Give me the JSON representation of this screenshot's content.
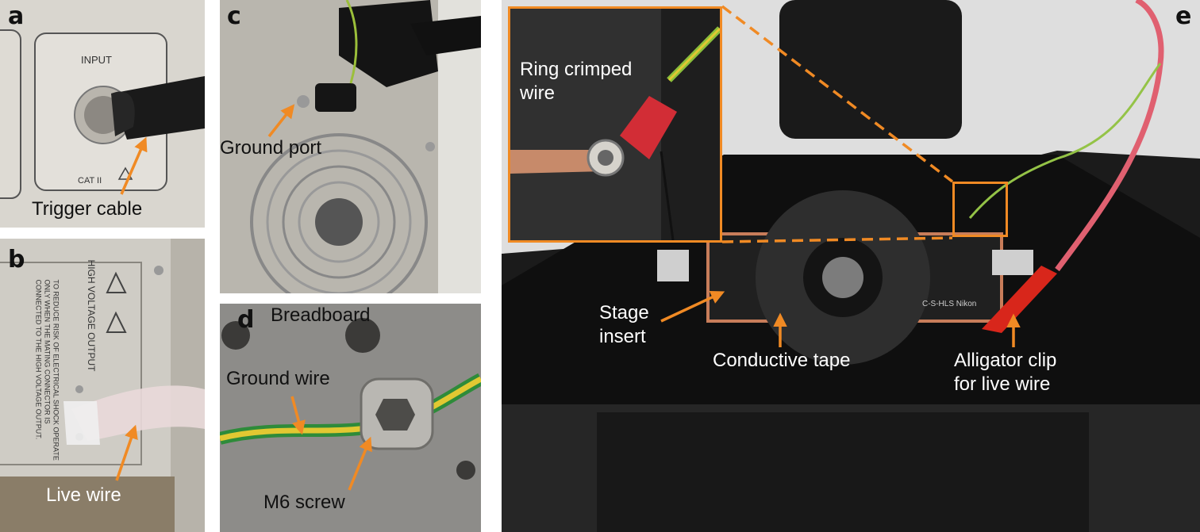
{
  "panels": {
    "a": {
      "letter": "a",
      "device_text": "INPUT",
      "cat_text": "CAT II",
      "callout": "Trigger cable"
    },
    "b": {
      "letter": "b",
      "warning_text": "TO REDUCE RISK OF ELECTRICAL SHOCK OPERATE ONLY WHEN THE MATING CONNECTOR IS CONNECTED TO THE HIGH VOLTAGE OUTPUT.",
      "hv_text": "HIGH VOLTAGE OUTPUT",
      "callout": "Live wire"
    },
    "c": {
      "letter": "c",
      "callout": "Ground port"
    },
    "d": {
      "letter": "d",
      "title": "Breadboard",
      "callout_wire": "Ground wire",
      "callout_screw": "M6 screw"
    },
    "e": {
      "letter": "e",
      "inset_callout": "Ring crimped\nwire",
      "stage_callout": "Stage\ninsert",
      "tape_callout": "Conductive tape",
      "clip_callout": "Alligator clip\nfor live wire",
      "insert_text": "C-S-HLS Nikon"
    }
  },
  "colors": {
    "arrow": "#f08a24",
    "inset_border": "#f08a24",
    "label_bg": "#ffffff"
  }
}
